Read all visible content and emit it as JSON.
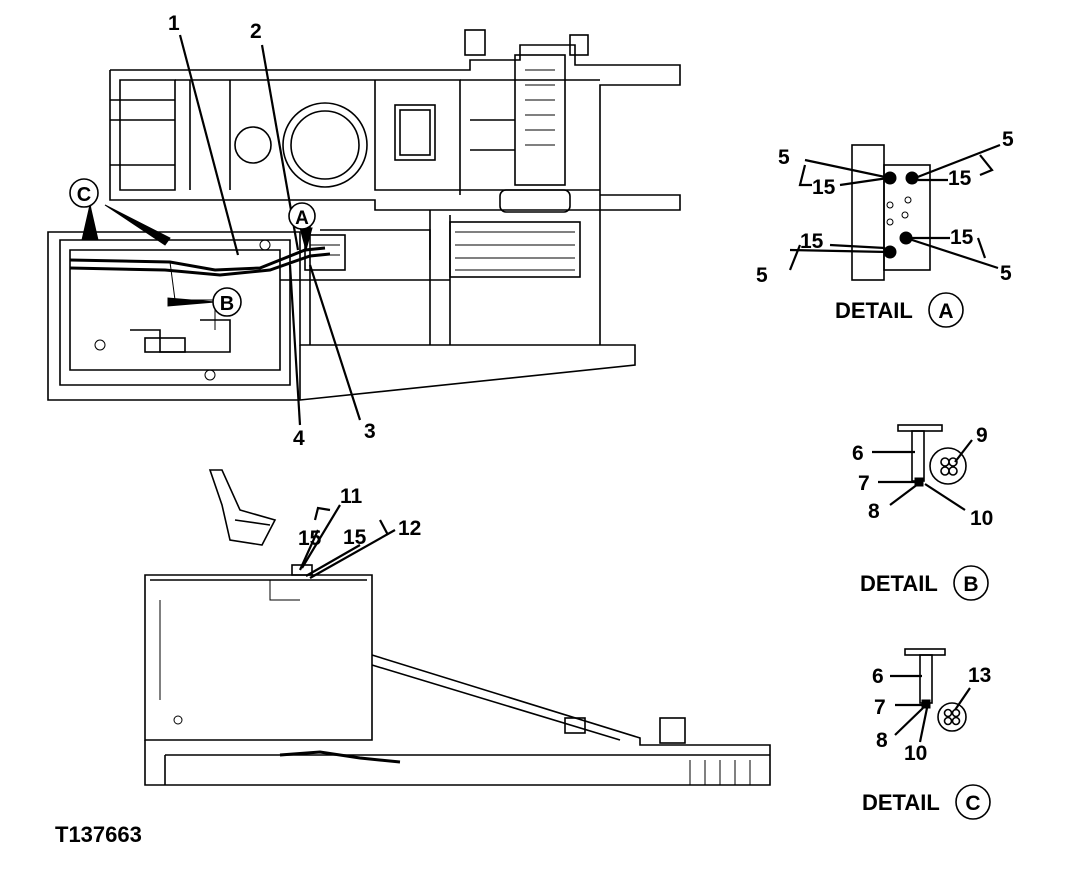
{
  "figure_id": "T137663",
  "callouts": {
    "main": [
      "1",
      "2",
      "3",
      "4"
    ],
    "tank": [
      "11",
      "15",
      "15",
      "12"
    ],
    "detail_a": [
      "5",
      "15",
      "5",
      "15",
      "15",
      "5",
      "15",
      "5"
    ],
    "detail_b": [
      "6",
      "9",
      "7",
      "8",
      "10"
    ],
    "detail_c": [
      "6",
      "13",
      "7",
      "8",
      "10"
    ]
  },
  "circle_letters": [
    "A",
    "B",
    "C"
  ],
  "details": {
    "a": {
      "word": "DETAIL",
      "letter": "A"
    },
    "b": {
      "word": "DETAIL",
      "letter": "B"
    },
    "c": {
      "word": "DETAIL",
      "letter": "C"
    }
  }
}
